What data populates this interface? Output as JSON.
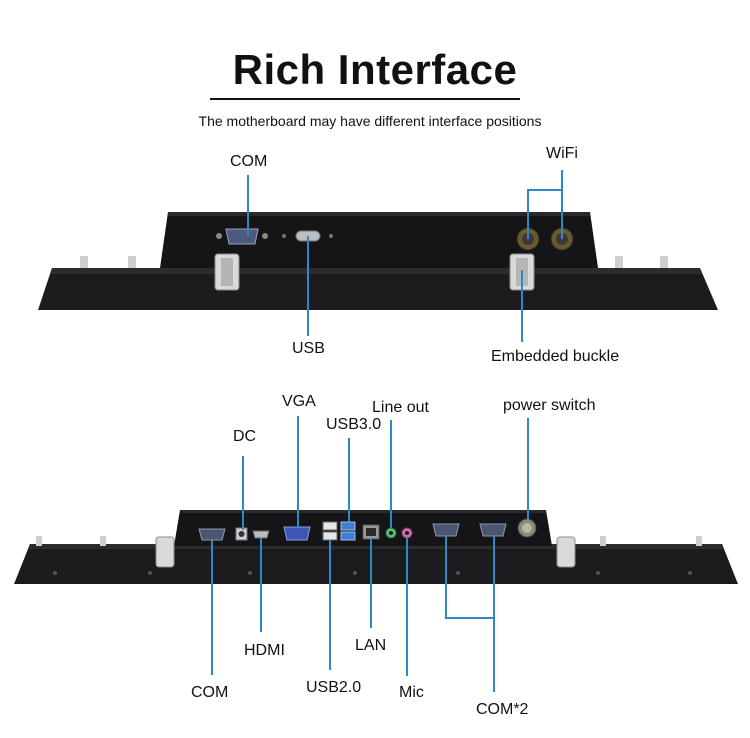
{
  "header": {
    "title": "Rich Interface",
    "subtitle": "The motherboard may have different interface positions"
  },
  "top_view": {
    "com": "COM",
    "wifi": "WiFi",
    "usb": "USB",
    "buckle": "Embedded buckle"
  },
  "bottom_view": {
    "vga": "VGA",
    "line_out": "Line out",
    "power_switch": "power switch",
    "usb3": "USB3.0",
    "dc": "DC",
    "hdmi": "HDMI",
    "lan": "LAN",
    "com": "COM",
    "usb2": "USB2.0",
    "mic": "Mic",
    "com2": "COM*2"
  },
  "colors": {
    "leader": "#2f88c6",
    "chassis": "#1d1d1f",
    "port": "#4a5570",
    "vga_port": "#3b55b8",
    "usb3_port": "#3f7fd6",
    "line_out_jack": "#5cc27a",
    "mic_jack": "#d173b3"
  }
}
